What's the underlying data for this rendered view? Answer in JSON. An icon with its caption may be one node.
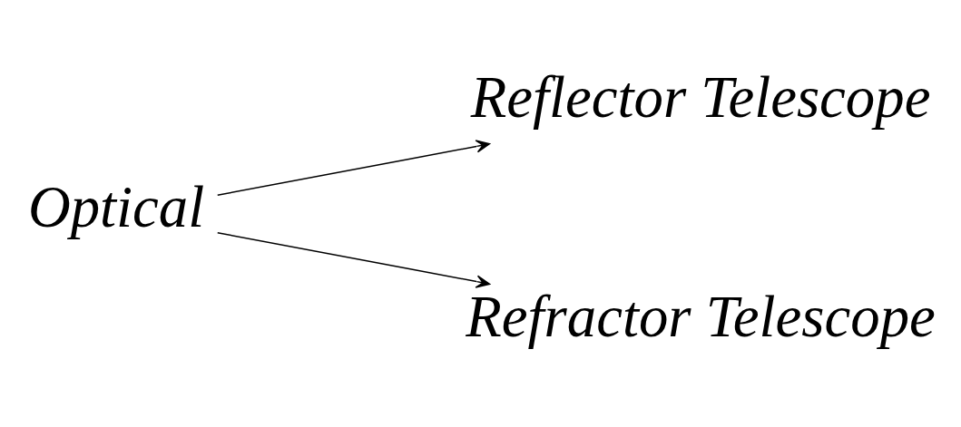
{
  "diagram": {
    "nodes": [
      {
        "text": [
          "Optical"
        ]
      },
      {
        "text": [
          "Reflector Telescope"
        ]
      },
      {
        "text": [
          "Refractor Telescope"
        ]
      }
    ],
    "edges": [
      {
        "from": 0,
        "to": 1,
        "arrow": "to"
      },
      {
        "from": 0,
        "to": 2,
        "arrow": "to"
      }
    ]
  }
}
